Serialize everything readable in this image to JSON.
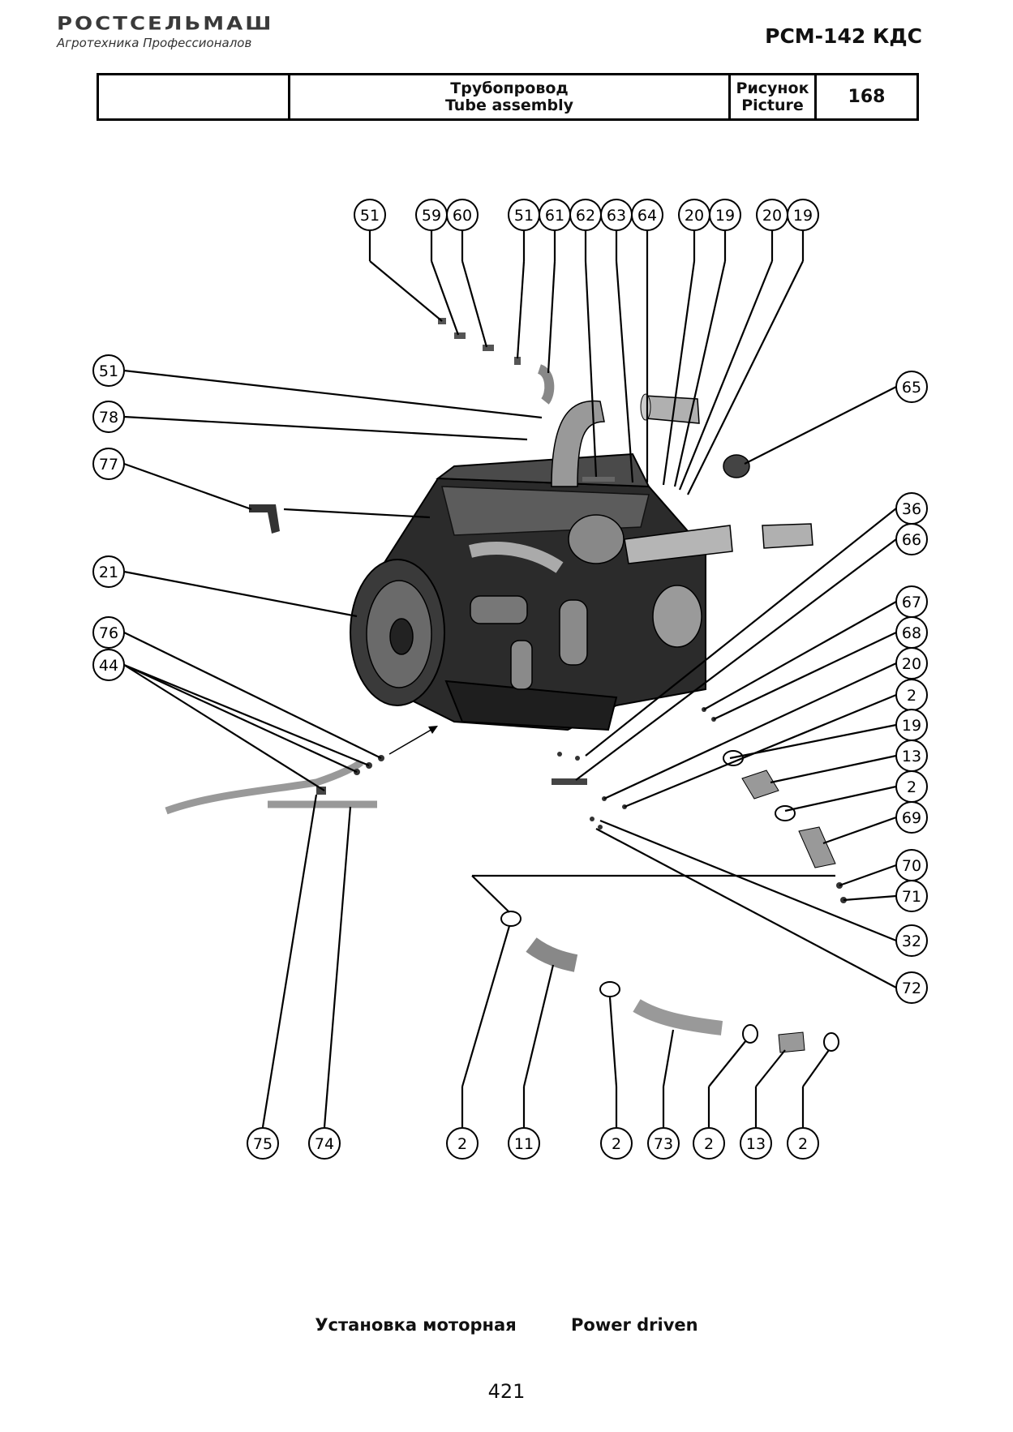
{
  "header": {
    "brand_name": "РОСТСЕЛЬМАШ",
    "brand_tagline": "Агротехника Профессионалов",
    "model": "РСМ-142 КДС"
  },
  "title_block": {
    "title_ru": "Трубопровод",
    "title_en": "Tube assembly",
    "picture_label_ru": "Рисунок",
    "picture_label_en": "Picture",
    "picture_number": "168"
  },
  "callouts": {
    "top": [
      "51",
      "59",
      "60",
      "51",
      "61",
      "62",
      "63",
      "64",
      "20",
      "19",
      "20",
      "19"
    ],
    "left": [
      "51",
      "78",
      "77",
      "21",
      "76",
      "44"
    ],
    "right": [
      "65",
      "36",
      "66",
      "67",
      "68",
      "20",
      "2",
      "19",
      "13",
      "2",
      "69",
      "70",
      "71",
      "32",
      "72"
    ],
    "bottom": [
      "75",
      "74",
      "2",
      "11",
      "2",
      "73",
      "2",
      "13",
      "2"
    ]
  },
  "footer": {
    "section_ru": "Установка моторная",
    "section_en": "Power driven",
    "page_number": "421"
  }
}
